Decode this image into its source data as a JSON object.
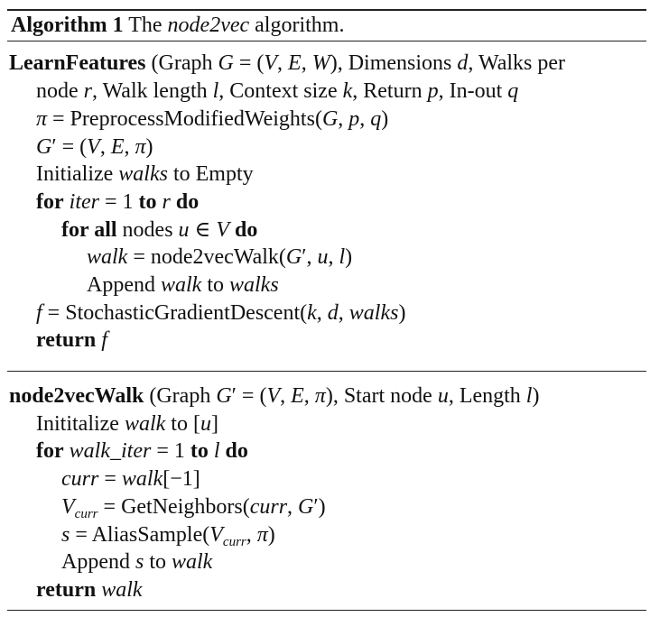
{
  "algorithm": {
    "label": "Algorithm 1",
    "title_pre": "The ",
    "title_italic": "node2vec",
    "title_post": " algorithm."
  },
  "learn": {
    "name": "LearnFeatures",
    "sig_a": "(Graph ",
    "sig_b": " = (",
    "sig_c": "), Dimensions ",
    "sig_d": ", Walks per",
    "sig2_a": "node ",
    "sig2_b": ", Walk length ",
    "sig2_c": ", Context size ",
    "sig2_d": ", Return ",
    "sig2_e": ", In-out ",
    "pi_fn": "PreprocessModifiedWeights",
    "init_a": "Initialize ",
    "init_b": " to Empty",
    "for_kw": "for",
    "to_kw": "to",
    "do_kw": "do",
    "forall_kw": "for all",
    "nodes_txt": " nodes ",
    "walk_fn": "node2vecWalk",
    "append_kw": "Append ",
    "to_txt": " to ",
    "sgd_fn": "StochasticGradientDescent",
    "return_kw": "return"
  },
  "walkproc": {
    "name": "node2vecWalk",
    "sig_a": "(Graph ",
    "sig_b": "), Start node ",
    "sig_c": ", Length ",
    "init_a": "Inititalize ",
    "init_b": " to ",
    "neighbors_fn": "GetNeighbors",
    "alias_fn": "AliasSample"
  },
  "symbols": {
    "G": "G",
    "V": "V",
    "E": "E",
    "W": "W",
    "d": "d",
    "r": "r",
    "l": "l",
    "k": "k",
    "p": "p",
    "q": "q",
    "pi": "π",
    "u": "u",
    "f": "f",
    "s": "s",
    "walks": "walks",
    "walk": "walk",
    "iter": "iter",
    "walk_iter": "walk_iter",
    "curr": "curr",
    "one": "1",
    "minus_one": "−1",
    "prime": "′",
    "in": "∈",
    "eq": "="
  }
}
